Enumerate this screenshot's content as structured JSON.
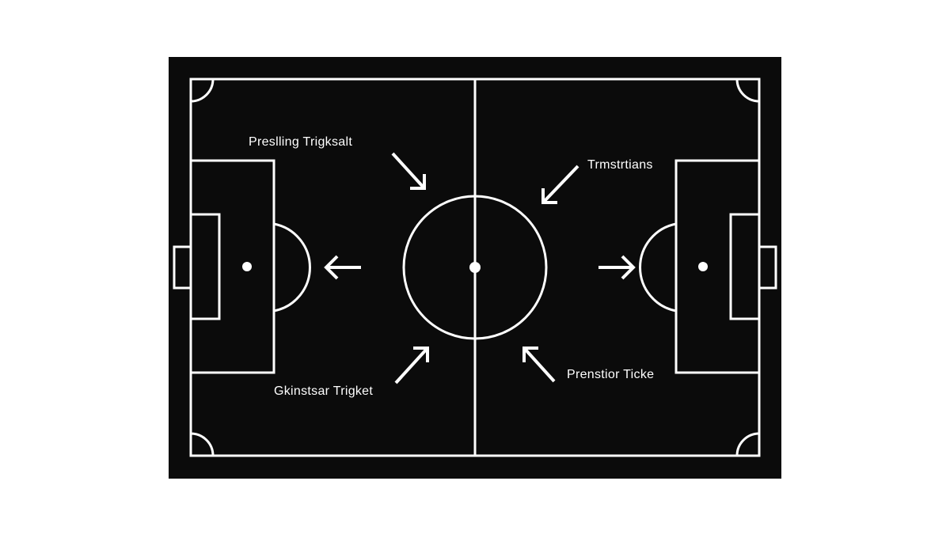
{
  "diagram": {
    "colors": {
      "background": "#ffffff",
      "pitch": "#0b0b0b",
      "lines": "#ffffff"
    },
    "labels": {
      "top_left": "Preslling Trigksalt",
      "top_right": "Trmstrtians",
      "bottom_left": "Gkinstsar Trigket",
      "bottom_right": "Prenstior Ticke"
    }
  }
}
